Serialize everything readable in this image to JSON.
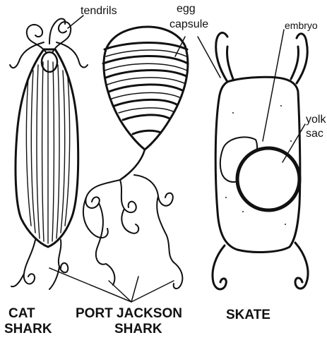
{
  "labels": {
    "tendrils": "tendrils",
    "egg": "egg",
    "capsule": "capsule",
    "embryo": "embryo",
    "yolk_1": "yolk",
    "yolk_2": "sac",
    "cat_1": "CAT",
    "cat_2": "SHARK",
    "pj_1": "PORT JACKSON",
    "pj_2": "SHARK",
    "skate": "SKATE"
  },
  "specimens": [
    "cat-shark-egg-case",
    "port-jackson-shark-egg-case",
    "skate-egg-case"
  ],
  "colors": {
    "ink": "#111111",
    "background": "#ffffff"
  }
}
